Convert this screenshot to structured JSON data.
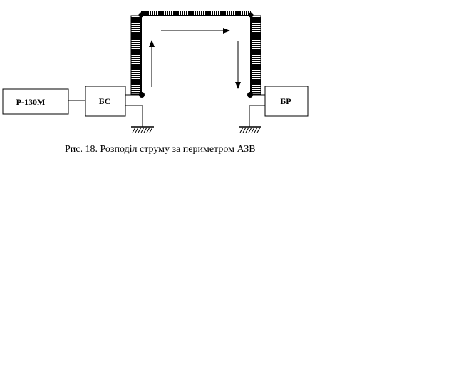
{
  "diagram": {
    "blocks": {
      "radio": "Р-130М",
      "bs": "БС",
      "br": "БР"
    },
    "caption": "Рис. 18. Розподіл струму за периметром АЗВ"
  },
  "colors": {
    "line": "#000000",
    "background": "#ffffff"
  }
}
